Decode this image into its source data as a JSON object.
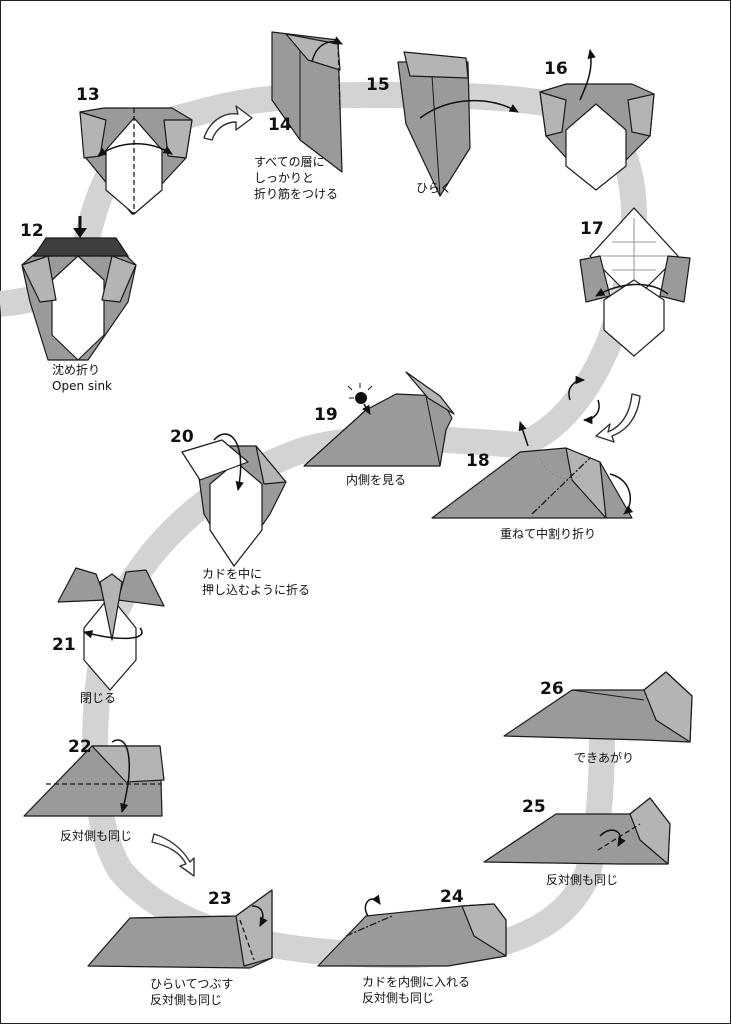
{
  "colors": {
    "path_band": "#d3d3d3",
    "paper_grey": "#9a9a9a",
    "paper_white": "#ffffff",
    "outline": "#1a1a1a"
  },
  "steps": [
    {
      "number": "12",
      "caption": [
        "沈め折り",
        "Open sink"
      ]
    },
    {
      "number": "13",
      "caption": []
    },
    {
      "number": "14",
      "caption": [
        "すべての層に",
        "しっかりと",
        "折り筋をつける"
      ]
    },
    {
      "number": "15",
      "caption": [
        "ひらく"
      ]
    },
    {
      "number": "16",
      "caption": []
    },
    {
      "number": "17",
      "caption": []
    },
    {
      "number": "18",
      "caption": [
        "重ねて中割り折り"
      ]
    },
    {
      "number": "19",
      "caption": [
        "内側を見る"
      ]
    },
    {
      "number": "20",
      "caption": [
        "カドを中に",
        "押し込むように折る"
      ]
    },
    {
      "number": "21",
      "caption": [
        "閉じる"
      ]
    },
    {
      "number": "22",
      "caption": [
        "反対側も同じ"
      ]
    },
    {
      "number": "23",
      "caption": [
        "ひらいてつぶす",
        "反対側も同じ"
      ]
    },
    {
      "number": "24",
      "caption": [
        "カドを内側に入れる",
        "反対側も同じ"
      ]
    },
    {
      "number": "25",
      "caption": [
        "反対側も同じ"
      ]
    },
    {
      "number": "26",
      "caption": [
        "できあがり"
      ]
    }
  ]
}
